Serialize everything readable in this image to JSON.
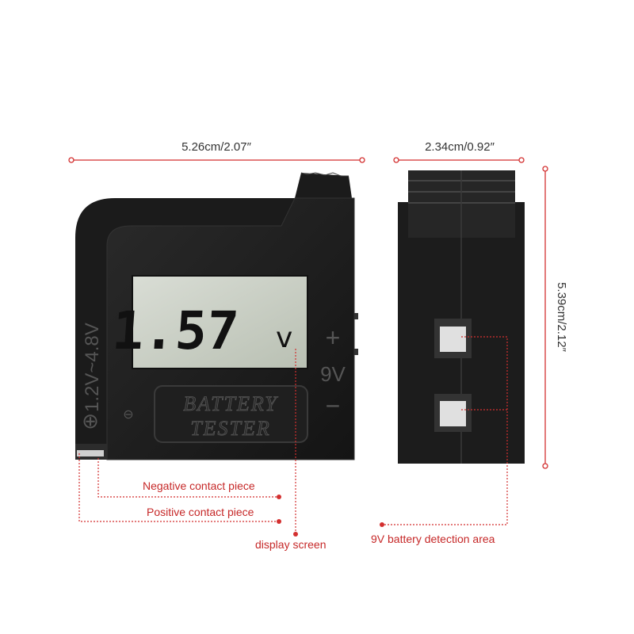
{
  "dimensions": {
    "front_width": "5.26cm/2.07″",
    "side_width": "2.34cm/0.92″",
    "height": "5.39cm/2.12″"
  },
  "device": {
    "display_value": "1.57",
    "display_unit": "v",
    "range_label": "1.2V~4.8V",
    "positive_symbol": "⊕",
    "negative_symbol": "⊖",
    "nine_volt_label": "9V",
    "nine_volt_plus": "+",
    "nine_volt_minus": "−",
    "badge_line1": "BATTERY",
    "badge_line2": "TESTER"
  },
  "annotations": {
    "negative_contact": "Negative contact piece",
    "positive_contact": "Positive contact piece",
    "display_screen": "display screen",
    "nine_volt_area": "9V battery detection area"
  },
  "colors": {
    "annotation": "#d32f2f",
    "device_body": "#1e1e1e",
    "lcd": "#c9cfc4"
  }
}
